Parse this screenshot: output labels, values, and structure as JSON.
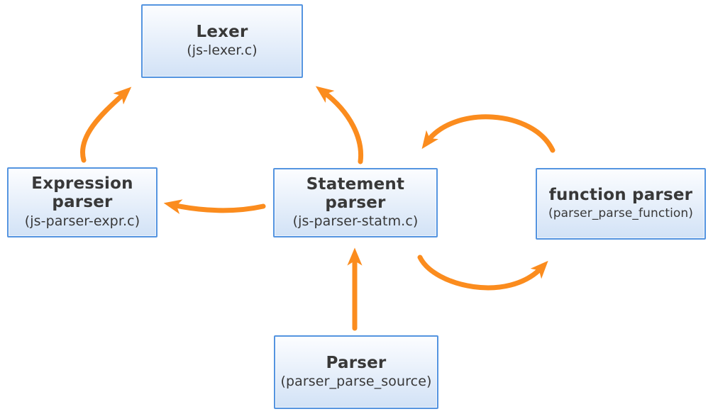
{
  "diagram": {
    "nodes": {
      "lexer": {
        "title": "Lexer",
        "subtitle": "(js-lexer.c)"
      },
      "expression_parser": {
        "title": "Expression parser",
        "subtitle": "(js-parser-expr.c)"
      },
      "statement_parser": {
        "title": "Statement parser",
        "subtitle": "(js-parser-statm.c)"
      },
      "function_parser": {
        "title": "function parser",
        "subtitle": "(parser_parse_function)"
      },
      "parser": {
        "title": "Parser",
        "subtitle": "(parser_parse_source)"
      }
    },
    "edges": [
      {
        "from": "expression_parser",
        "to": "lexer"
      },
      {
        "from": "statement_parser",
        "to": "lexer"
      },
      {
        "from": "statement_parser",
        "to": "expression_parser"
      },
      {
        "from": "parser",
        "to": "statement_parser"
      },
      {
        "from": "statement_parser",
        "to": "function_parser"
      },
      {
        "from": "function_parser",
        "to": "statement_parser"
      }
    ],
    "colors": {
      "arrow": "#fb8c1e",
      "box_border": "#5494e0",
      "box_fill_top": "#fcfdff",
      "box_fill_bottom": "#d2e2f6",
      "text": "#383838"
    }
  }
}
